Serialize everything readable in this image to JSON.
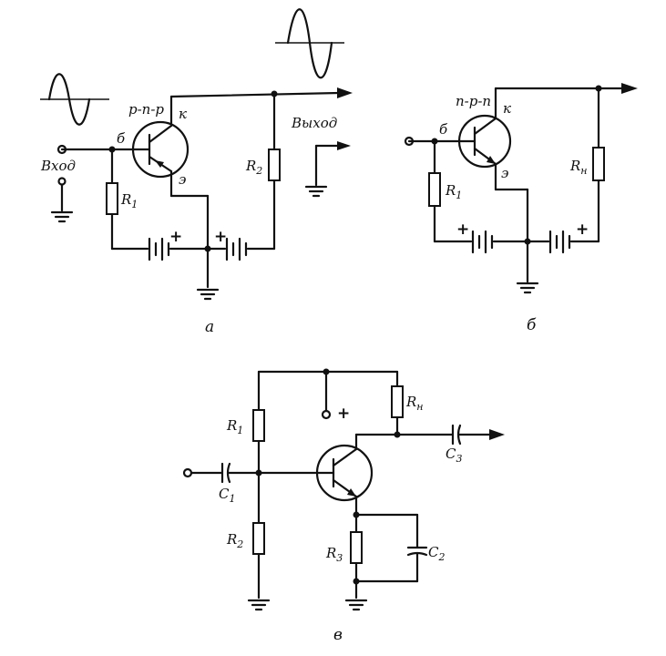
{
  "circuit_a": {
    "transistor_type": "p-n-p",
    "base": "б",
    "collector": "к",
    "emitter": "э",
    "input": "Вход",
    "output": "Выход",
    "r1": "R",
    "r1_sub": "1",
    "r2": "R",
    "r2_sub": "2",
    "plus": "+",
    "caption": "а"
  },
  "circuit_b": {
    "transistor_type": "n-p-n",
    "base": "б",
    "collector": "к",
    "emitter": "э",
    "r1": "R",
    "r1_sub": "1",
    "rn": "R",
    "rn_sub": "н",
    "plus": "+",
    "caption": "б"
  },
  "circuit_c": {
    "r1": "R",
    "r1_sub": "1",
    "r2": "R",
    "r2_sub": "2",
    "r3": "R",
    "r3_sub": "3",
    "rn": "R",
    "rn_sub": "н",
    "c1": "C",
    "c1_sub": "1",
    "c2": "C",
    "c2_sub": "2",
    "c3": "C",
    "c3_sub": "3",
    "plus": "+",
    "caption": "в"
  }
}
